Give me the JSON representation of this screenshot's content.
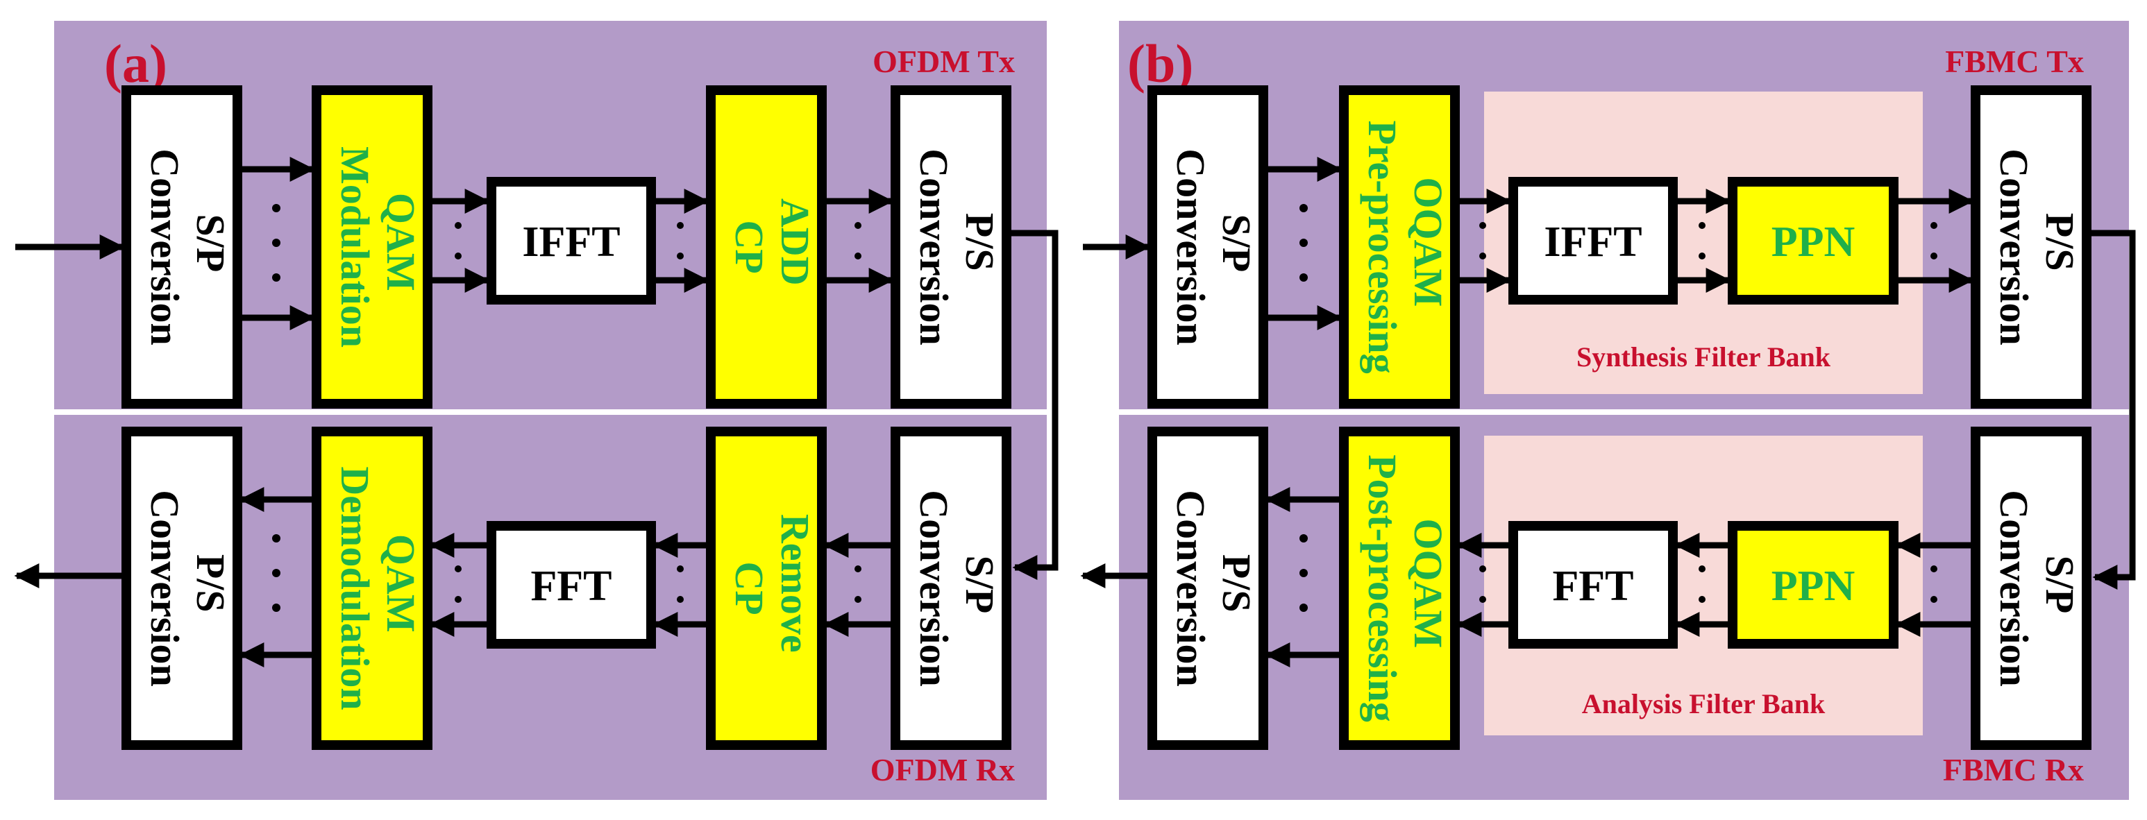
{
  "colors": {
    "panel": "#b39bc8",
    "filter_bank": "#f8dad8",
    "highlight_block": "#ffff00",
    "highlight_text": "#1fb04a",
    "title_text": "#c8102e",
    "white_block": "#ffffff"
  },
  "panel_a": {
    "tag": "(a)",
    "tx_title": "OFDM Tx",
    "rx_title": "OFDM Rx",
    "tx_blocks": {
      "sp_line1": "S/P",
      "sp_line2": "Conversion",
      "qam_line1": "QAM",
      "qam_line2": "Modulation",
      "ifft": "IFFT",
      "addcp_line1": "ADD",
      "addcp_line2": "CP",
      "ps_line1": "P/S",
      "ps_line2": "Conversion"
    },
    "rx_blocks": {
      "ps_line1": "P/S",
      "ps_line2": "Conversion",
      "qam_line1": "QAM",
      "qam_line2": "Demodulation",
      "fft": "FFT",
      "rmcp_line1": "Remove",
      "rmcp_line2": "CP",
      "sp_line1": "S/P",
      "sp_line2": "Conversion"
    }
  },
  "panel_b": {
    "tag": "(b)",
    "tx_title": "FBMC Tx",
    "rx_title": "FBMC Rx",
    "synthesis_label": "Synthesis Filter Bank",
    "analysis_label": "Analysis Filter Bank",
    "tx_blocks": {
      "sp_line1": "S/P",
      "sp_line2": "Conversion",
      "oqam_line1": "OQAM",
      "oqam_line2": "Pre-processing",
      "ifft": "IFFT",
      "ppn": "PPN",
      "ps_line1": "P/S",
      "ps_line2": "Conversion"
    },
    "rx_blocks": {
      "ps_line1": "P/S",
      "ps_line2": "Conversion",
      "oqam_line1": "OQAM",
      "oqam_line2": "Post-processing",
      "fft": "FFT",
      "ppn": "PPN",
      "sp_line1": "S/P",
      "sp_line2": "Conversion"
    }
  }
}
